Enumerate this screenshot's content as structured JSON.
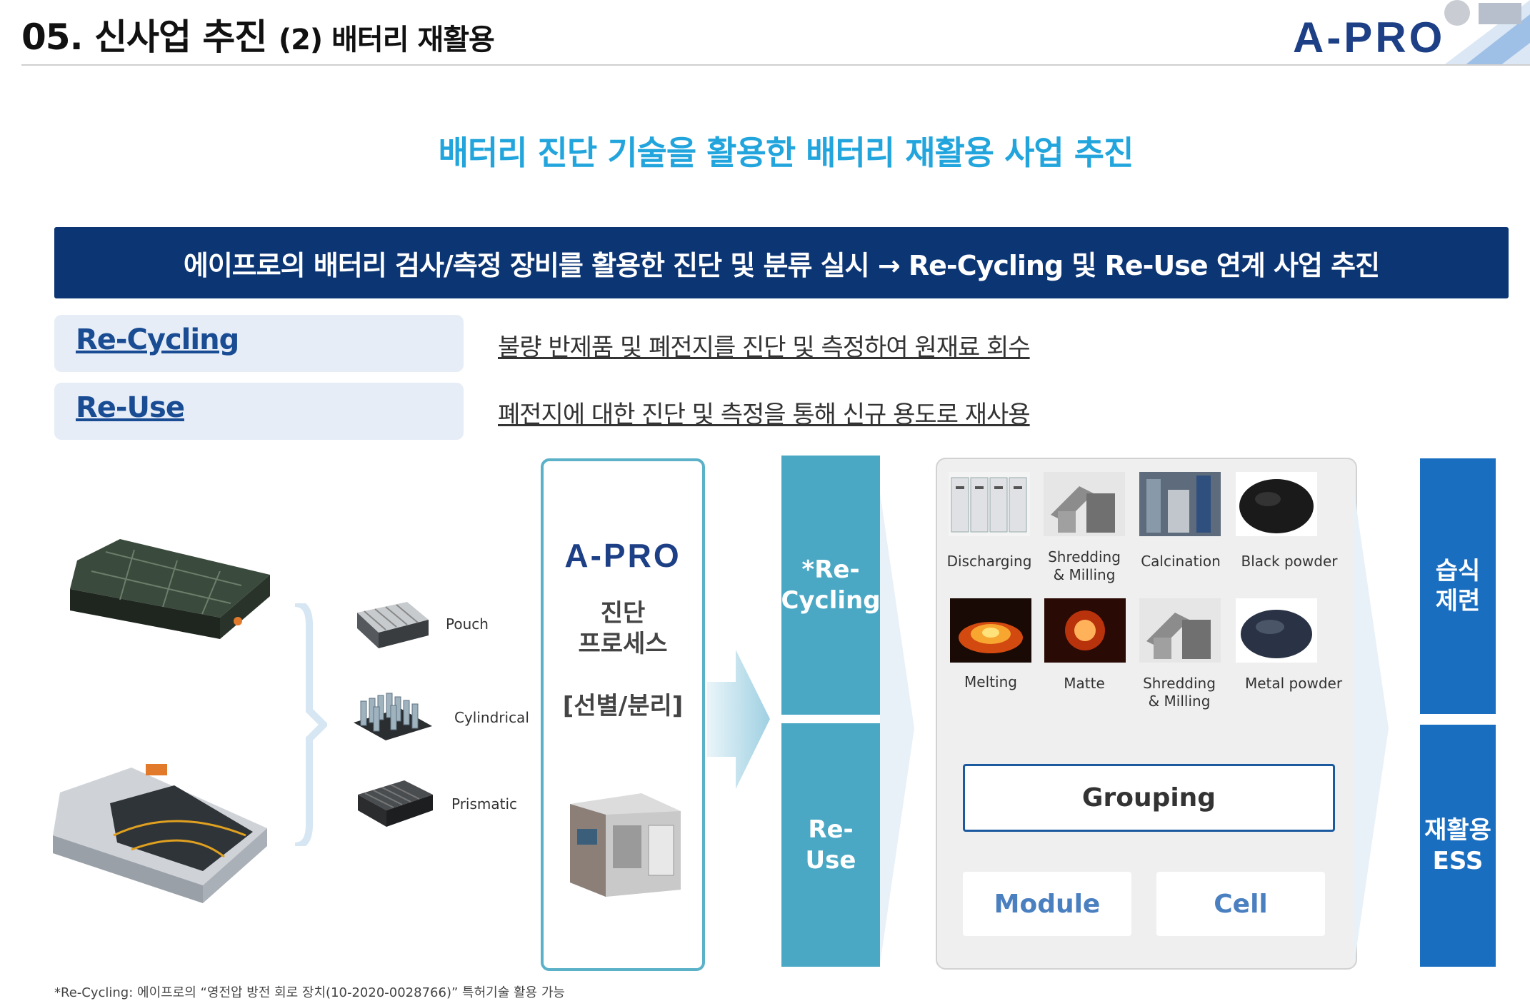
{
  "header": {
    "title_main": "05. 신사업 추진",
    "title_sub": "(2) 배터리 재활용",
    "logo": "A-PRO"
  },
  "headline": "배터리 진단 기술을 활용한 배터리 재활용 사업 추진",
  "banner": "에이프로의 배터리 검사/측정 장비를 활용한 진단 및 분류 실시 → Re-Cycling 및 Re-Use 연계 사업 추진",
  "definitions": [
    {
      "term": "Re-Cycling",
      "desc": "불량 반제품 및 폐전지를 진단 및 측정하여 원재료 회수"
    },
    {
      "term": "Re-Use",
      "desc": "폐전지에 대한 진단 및 측정을 통해 신규 용도로 재사용"
    }
  ],
  "cell_types": [
    "Pouch",
    "Cylindrical",
    "Prismatic"
  ],
  "process": {
    "logo": "A-PRO",
    "line1": "진단",
    "line2": "프로세스",
    "line3": "[선별/분리]"
  },
  "columns": {
    "recycling": "*Re-\nCycling",
    "reuse": "Re-\nUse"
  },
  "recycling_steps_row1": [
    "Discharging",
    "Shredding\n& Milling",
    "Calcination",
    "Black powder"
  ],
  "recycling_steps_row2": [
    "Melting",
    "Matte",
    "Shredding\n& Milling",
    "Metal powder"
  ],
  "reuse": {
    "grouping": "Grouping",
    "module": "Module",
    "cell": "Cell"
  },
  "outputs": {
    "top": "습식\n제련",
    "bottom": "재활용\nESS"
  },
  "footnote": "*Re-Cycling: 에이프로의 “영전압 방전 회로 장치(10-2020-0028766)” 특허기술 활용 가능",
  "colors": {
    "navy": "#0c3574",
    "headline_blue": "#22a5dc",
    "teal": "#4aa8c4",
    "output_blue": "#1a6ec0"
  }
}
